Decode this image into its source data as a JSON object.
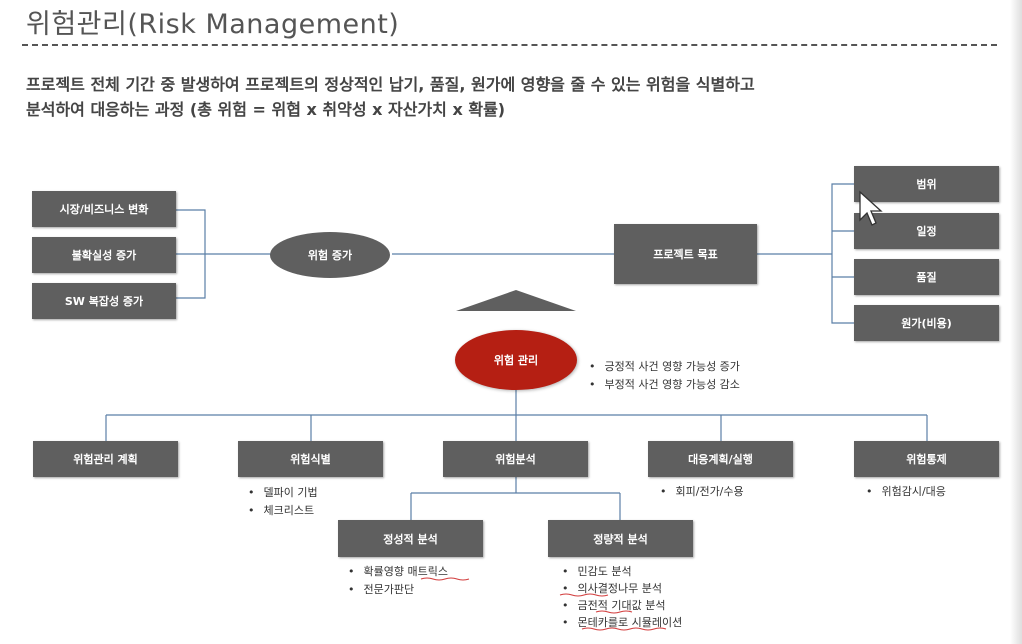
{
  "title": "위험관리(Risk Management)",
  "description": {
    "line1": "프로젝트 전체 기간 중 발생하여 프로젝트의 정상적인 납기, 품질, 원가에 영향을 줄 수 있는 위험을 식별하고",
    "line2": "분석하여 대응하는 과정  (총 위험 = 위협 x 취약성 x 자산가치 x 확률)"
  },
  "causes": [
    "시장/비즈니스 변화",
    "불확실성 증가",
    "SW 복잡성 증가"
  ],
  "risk_increase": "위험 증가",
  "project_goal": "프로젝트 목표",
  "goals": [
    "범위",
    "일정",
    "품질",
    "원가(비용)"
  ],
  "risk_management": "위험 관리",
  "rm_notes": [
    "긍정적 사건 영향 가능성 증가",
    "부정적 사건 영향 가능성 감소"
  ],
  "processes": {
    "plan": "위험관리 계획",
    "identify": "위험식별",
    "analyze": "위험분석",
    "response": "대응계획/실행",
    "control": "위험통제"
  },
  "identify_items": [
    "델파이 기법",
    "체크리스트"
  ],
  "response_items": [
    "회피/전가/수용"
  ],
  "control_items": [
    "위험감시/대응"
  ],
  "qualitative": "정성적 분석",
  "qualitative_items": [
    "확률영향 매트릭스",
    "전문가판단"
  ],
  "quantitative": "정량적 분석",
  "quantitative_items": [
    "민감도 분석",
    "의사결정나무 분석",
    "금전적 기대값 분석",
    "몬테카를로 시뮬레이션"
  ],
  "colors": {
    "box": "#5f5f5f",
    "risk_management": "#b51f13",
    "line": "#5b7fa6"
  }
}
